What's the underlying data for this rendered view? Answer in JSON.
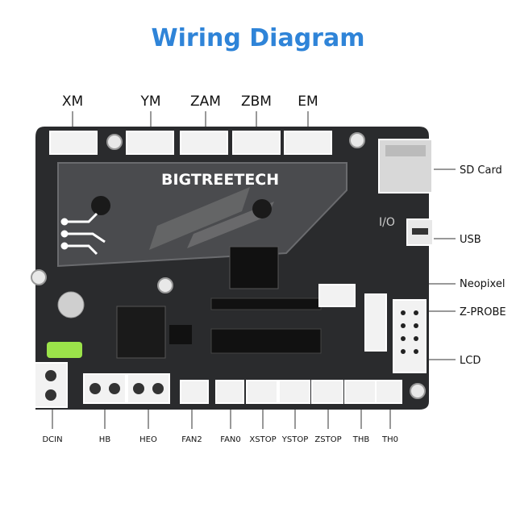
{
  "title": "Wiring Diagram",
  "brand": "BIGTREETECH",
  "silkscreen": "I/O",
  "top_ports": [
    "XM",
    "YM",
    "ZAM",
    "ZBM",
    "EM"
  ],
  "right_ports": [
    "SD Card",
    "USB",
    "Neopixel",
    "Z-PROBE",
    "LCD"
  ],
  "bottom_ports": [
    "DCIN",
    "HB",
    "HEO",
    "FAN2",
    "FAN0",
    "XSTOP",
    "YSTOP",
    "ZSTOP",
    "THB",
    "TH0"
  ],
  "colors": {
    "title": "#2f84d8",
    "board": "#2a2b2d",
    "connector": "#f2f2f2",
    "callout": "#333333",
    "highlight": "#ffffff"
  }
}
